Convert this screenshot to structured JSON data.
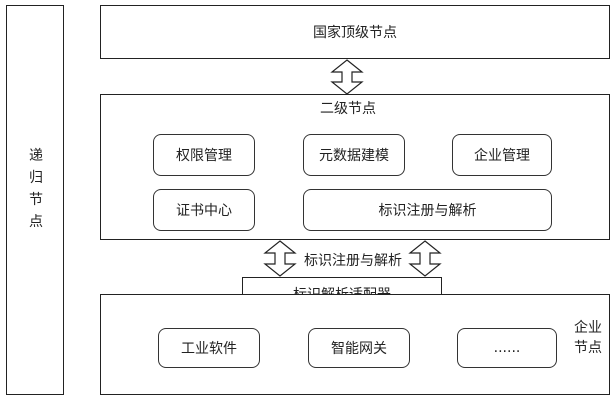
{
  "recursive_node": {
    "label_chars": [
      "递",
      "归",
      "节",
      "点"
    ]
  },
  "national_node": {
    "label": "国家顶级节点"
  },
  "secondary_node": {
    "label": "二级节点",
    "modules": {
      "permission": "权限管理",
      "metadata": "元数据建模",
      "enterprise_mgmt": "企业管理",
      "cert_center": "证书中心",
      "registration": "标识注册与解析"
    }
  },
  "middle_link": {
    "label": "标识注册与解析"
  },
  "adapter": {
    "label": "标识解析适配器"
  },
  "enterprise_node": {
    "label_chars": [
      "企业",
      "节点"
    ],
    "items": {
      "industrial_software": "工业软件",
      "smart_gateway": "智能网关",
      "ellipsis": "......"
    }
  }
}
